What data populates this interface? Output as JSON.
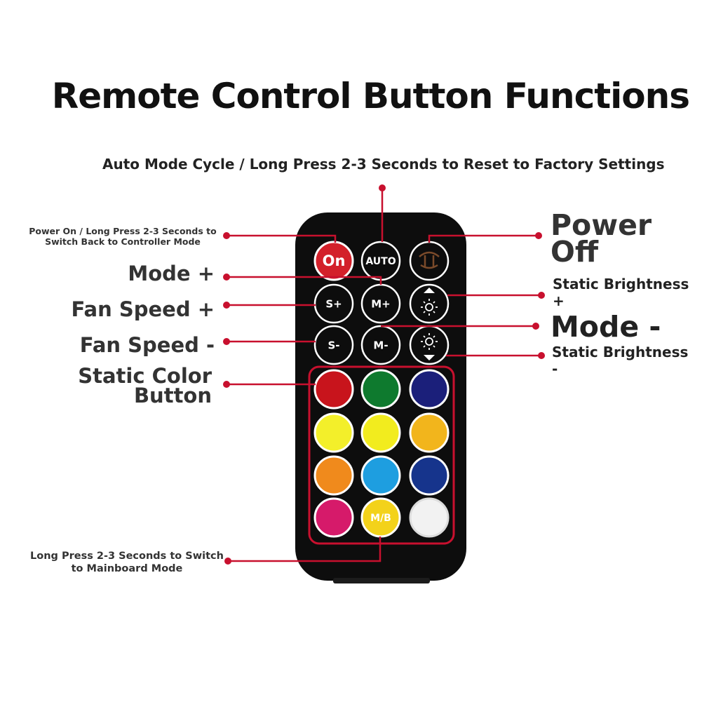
{
  "title": "Remote Control Button Functions",
  "labels": {
    "auto_top": "Auto Mode Cycle / Long Press 2-3 Seconds to Reset to Factory Settings",
    "power_on_1": "Power On / Long Press 2-3 Seconds to",
    "power_on_2": "Switch Back to Controller Mode",
    "power_off_1": "Power",
    "power_off_2": "Off",
    "mode_plus": "Mode +",
    "fan_plus": "Fan Speed +",
    "fan_minus": "Fan Speed -",
    "static_color_1": "Static Color",
    "static_color_2": "Button",
    "bright_plus_1": "Static Brightness",
    "bright_plus_2": "+",
    "mode_minus": "Mode -",
    "bright_minus_1": "Static Brightness",
    "bright_minus_2": "-",
    "mb_1": "Long Press 2-3 Seconds to Switch",
    "mb_2": "to Mainboard Mode"
  },
  "buttons": {
    "on": "On",
    "auto": "AUTO",
    "s_plus": "S+",
    "m_plus": "M+",
    "s_minus": "S-",
    "m_minus": "M-",
    "mb": "M/B"
  },
  "colors": {
    "leader": "#c8102e",
    "remote_body": "#0d0d0d",
    "on_button": "#d3202a",
    "color_buttons": [
      "#c8141c",
      "#0e7a2e",
      "#1b1f7a",
      "#f3ef2a",
      "#f2ec1e",
      "#f2b51c",
      "#f08a1c",
      "#1e9ee0",
      "#16348c",
      "#d61a6a",
      "#f3d21a",
      "#f2f2f2"
    ]
  },
  "icons": [
    "power-off-icon",
    "brightness-up-icon",
    "brightness-down-icon"
  ]
}
